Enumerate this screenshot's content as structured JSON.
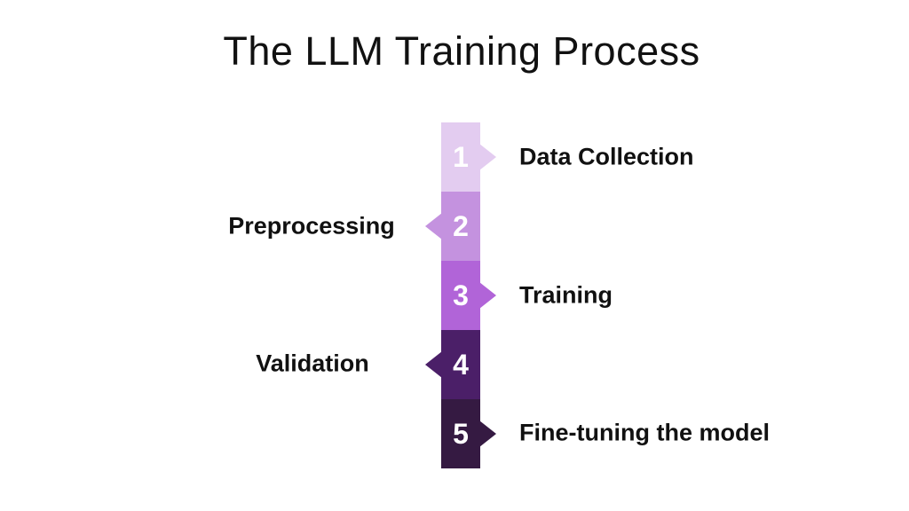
{
  "title": "The LLM Training Process",
  "steps": [
    {
      "number": "1",
      "label": "Data Collection",
      "side": "right",
      "color": "#e3ccf0",
      "number_color": "#ffffff"
    },
    {
      "number": "2",
      "label": "Preprocessing",
      "side": "left",
      "color": "#c492df",
      "number_color": "#ffffff"
    },
    {
      "number": "3",
      "label": "Training",
      "side": "right",
      "color": "#b164d8",
      "number_color": "#ffffff"
    },
    {
      "number": "4",
      "label": "Validation",
      "side": "left",
      "color": "#4b1f68",
      "number_color": "#ffffff"
    },
    {
      "number": "5",
      "label": "Fine-tuning the model",
      "side": "right",
      "color": "#351a42",
      "number_color": "#ffffff"
    }
  ],
  "colors": {
    "background": "#ffffff",
    "title_text": "#111111",
    "label_text": "#111111"
  }
}
